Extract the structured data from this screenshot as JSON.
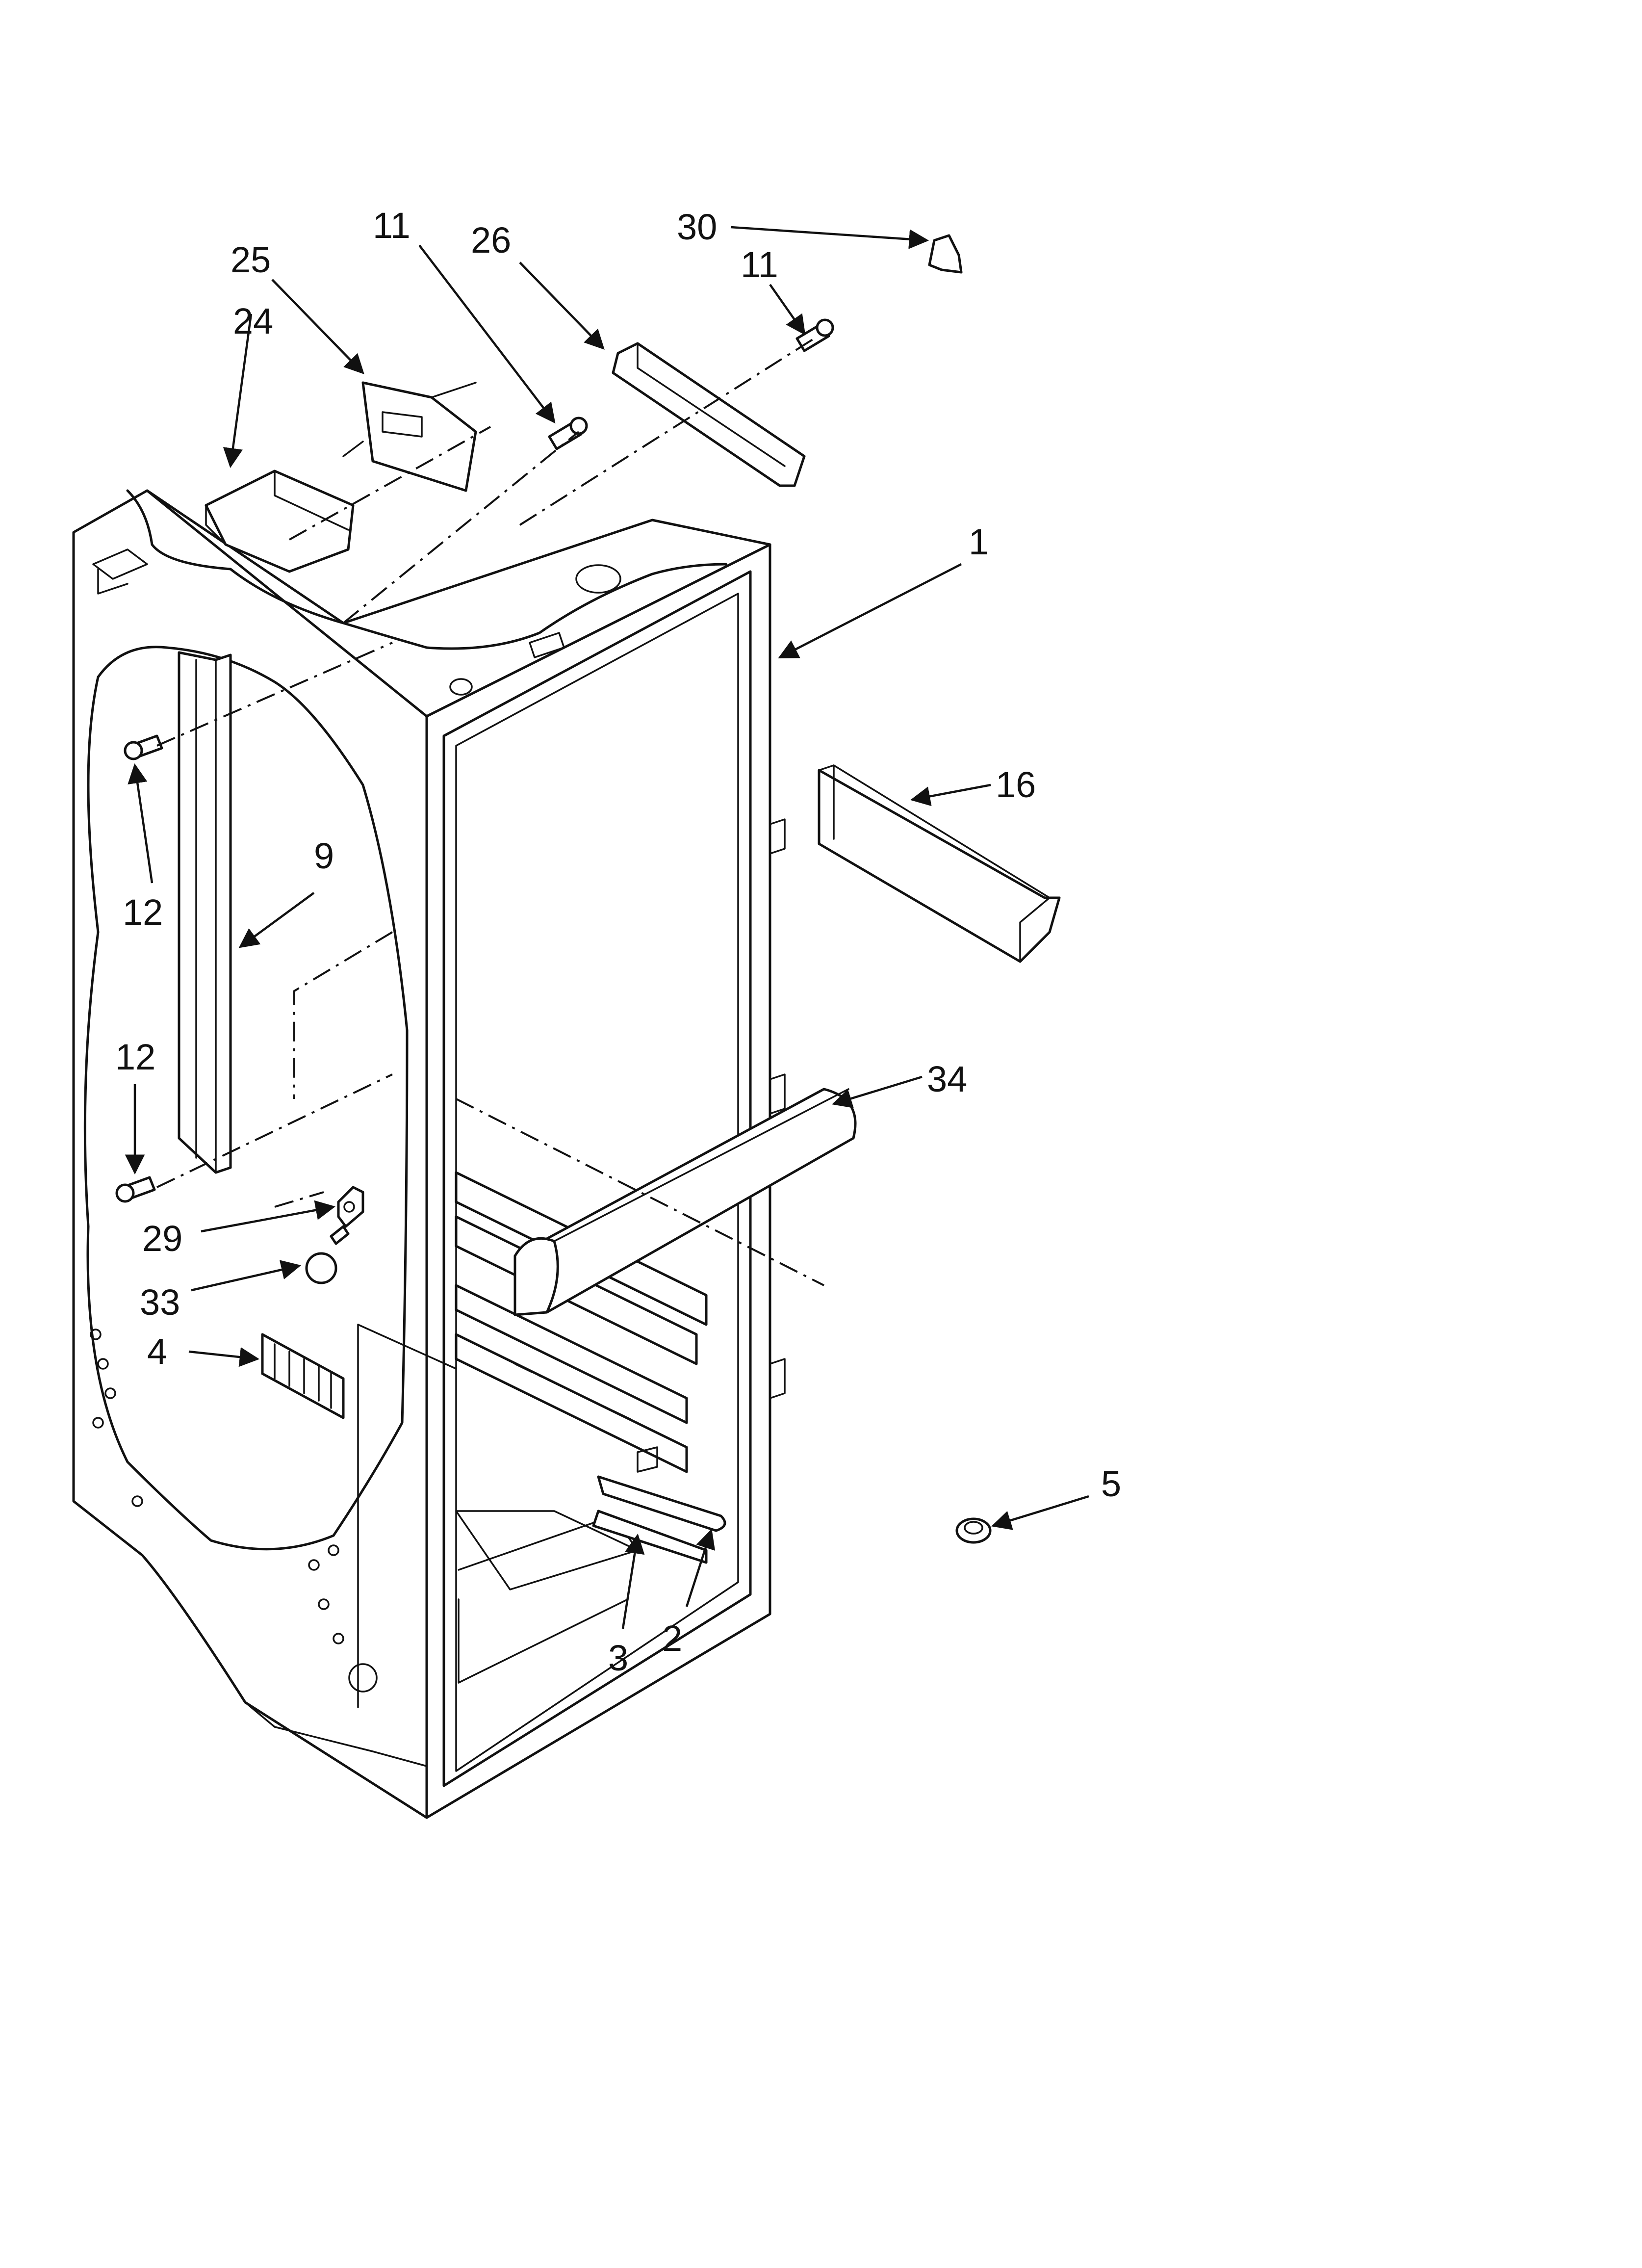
{
  "callouts": {
    "c1": "1",
    "c2": "2",
    "c3": "3",
    "c4": "4",
    "c5": "5",
    "c9": "9",
    "c11a": "11",
    "c11b": "11",
    "c12a": "12",
    "c12b": "12",
    "c16": "16",
    "c24": "24",
    "c25": "25",
    "c26": "26",
    "c29": "29",
    "c30": "30",
    "c33": "33",
    "c34": "34"
  },
  "colors": {
    "line": "#111111",
    "background": "#ffffff"
  }
}
